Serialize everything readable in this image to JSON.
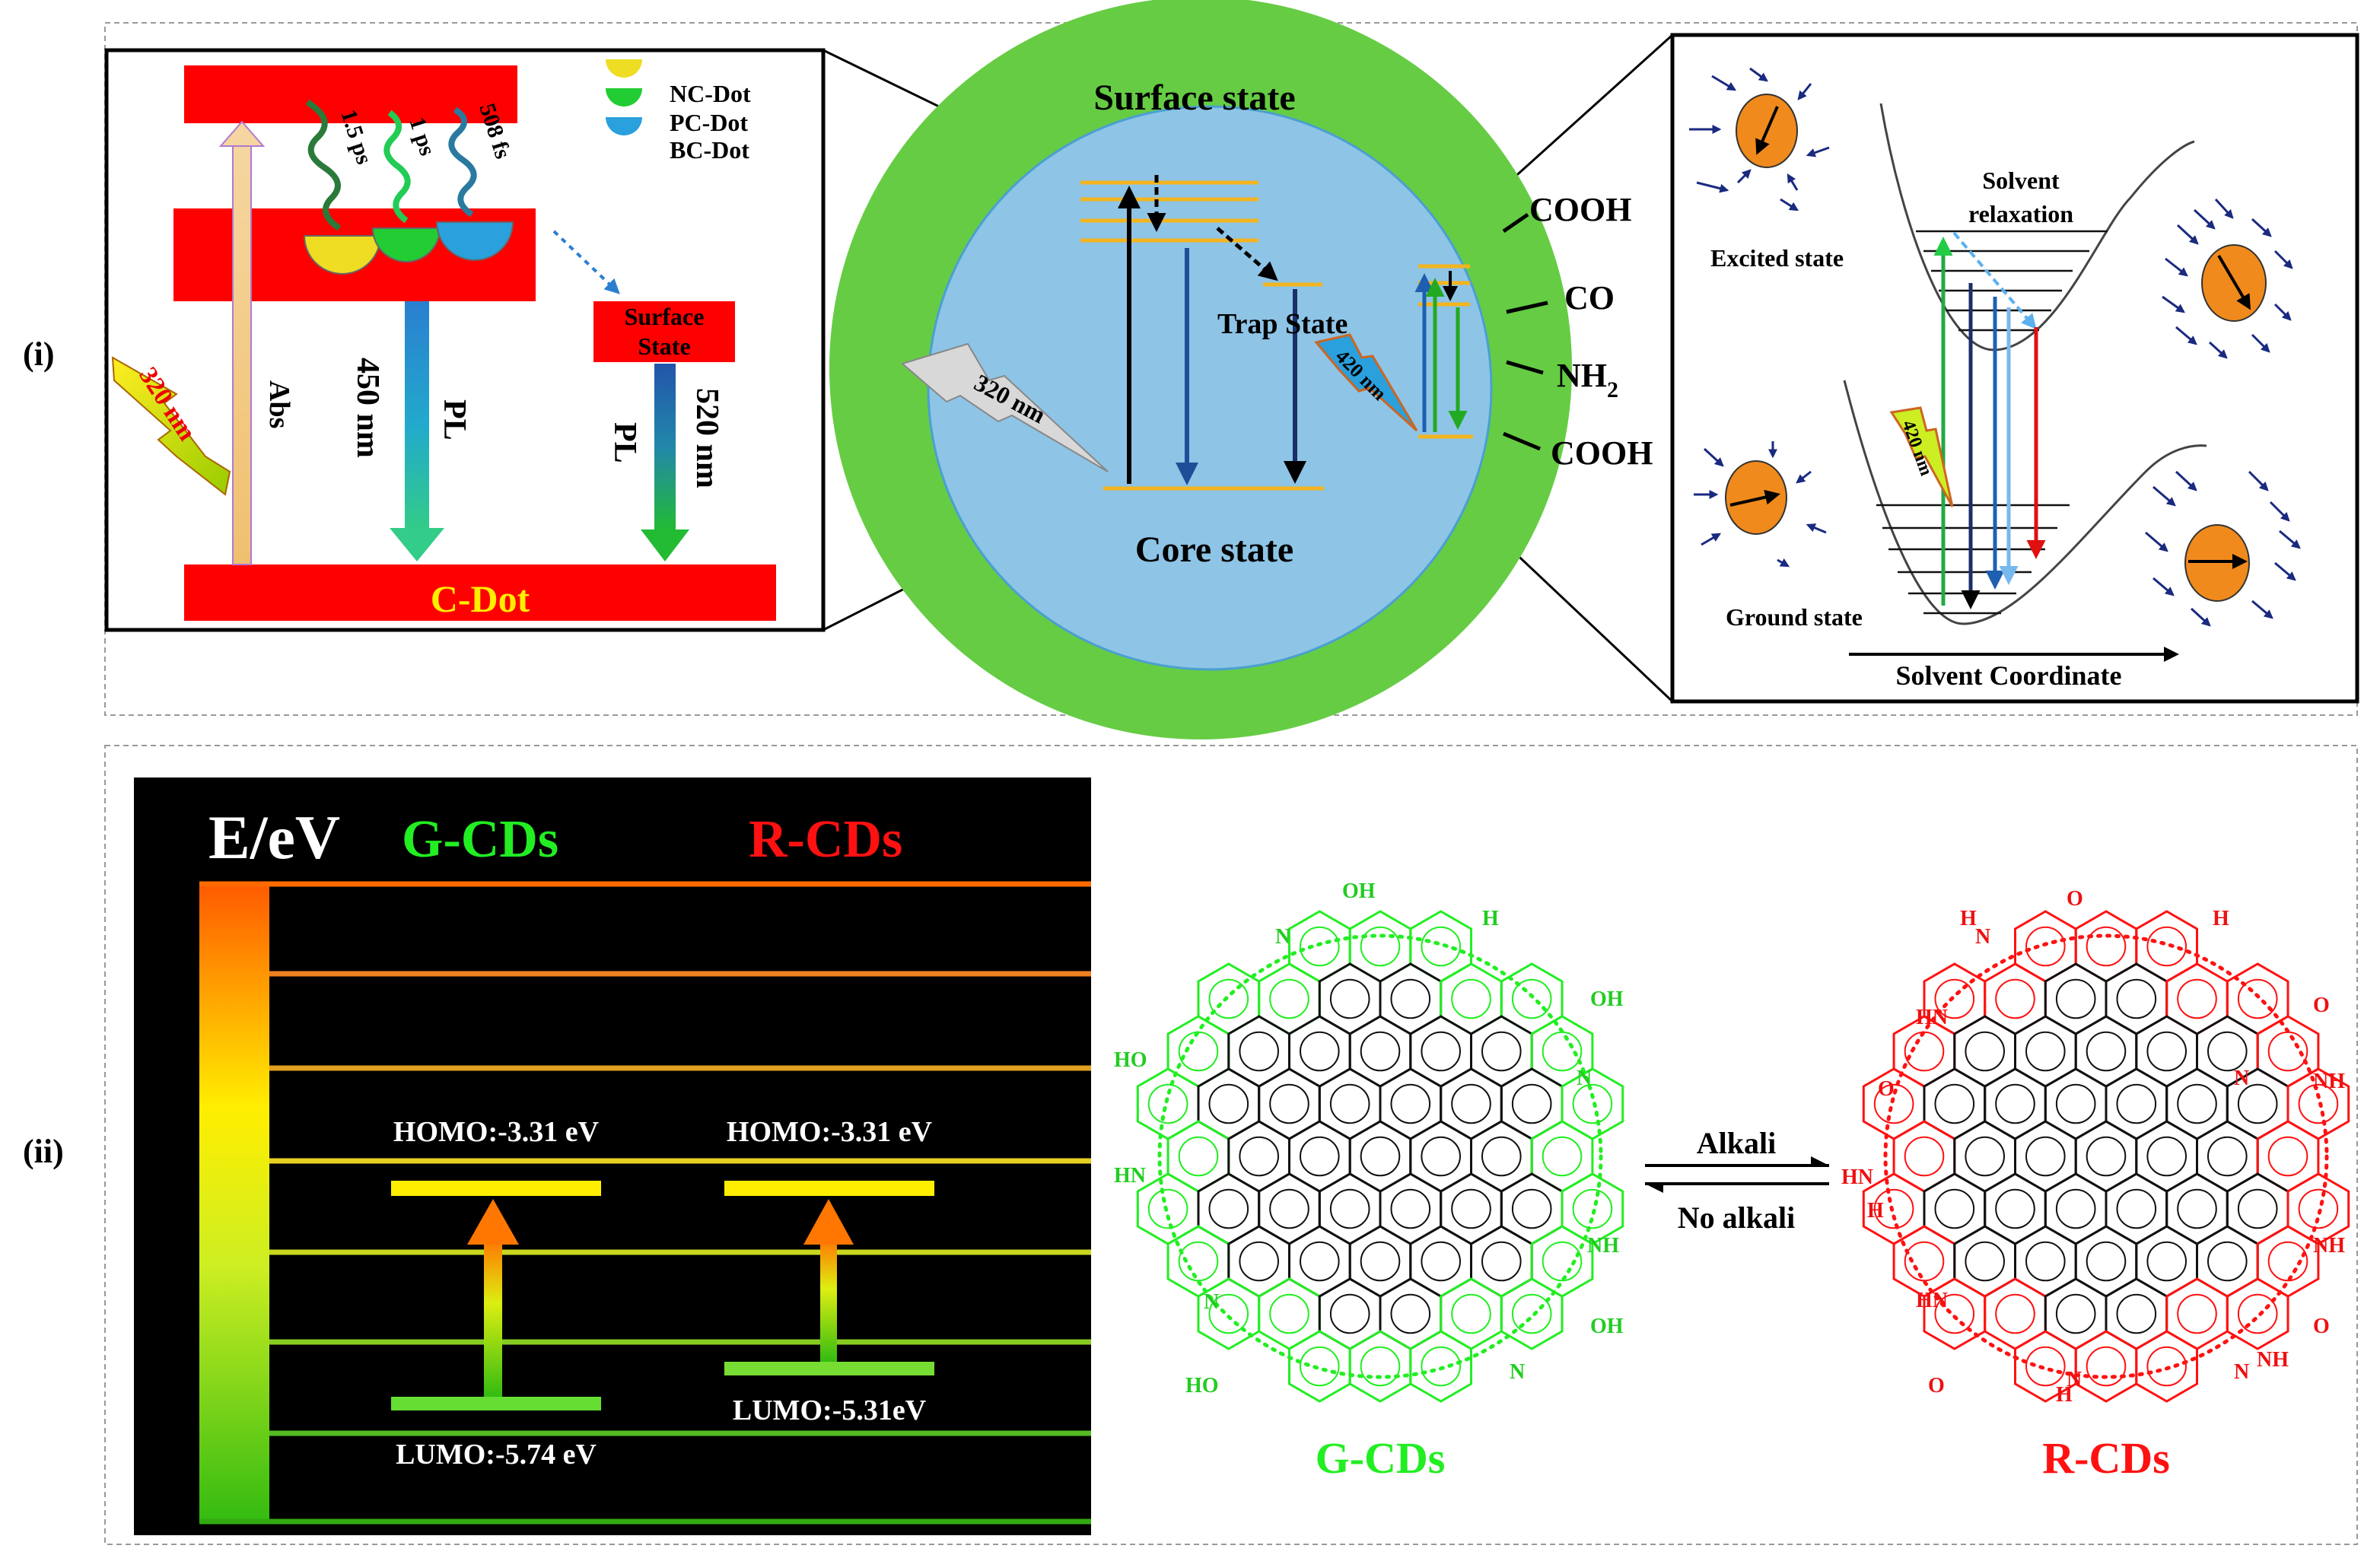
{
  "panel_i": {
    "label": "(i)",
    "left": {
      "legend": [
        "NC-Dot",
        "PC-Dot",
        "BC-Dot"
      ],
      "times": [
        "1.5 ps",
        "1 ps",
        "508 fs"
      ],
      "excitation": "320 nm",
      "abs": "Abs",
      "pl": "PL",
      "pl_450": "450 nm",
      "pl_520": "520 nm",
      "surface_state_1": "Surface",
      "surface_state_2": "State",
      "cdot": "C-Dot"
    },
    "center": {
      "surface_state": "Surface state",
      "core_state": "Core state",
      "trap_state": "Trap  State",
      "excitation": "320 nm",
      "excitation_2": "420 nm",
      "groups": [
        "COOH",
        "CO",
        "NH",
        "COOH"
      ],
      "nh_sub": "2"
    },
    "right": {
      "excited_state": "Excited state",
      "ground_state": "Ground state",
      "solvent_relaxation_1": "Solvent",
      "solvent_relaxation_2": "relaxation",
      "excitation": "420 nm",
      "coordinate": "Solvent Coordinate"
    }
  },
  "panel_ii": {
    "label": "(ii)",
    "axis": "E/eV",
    "g_title": "G-CDs",
    "r_title": "R-CDs",
    "g_homo": "HOMO:-3.31 eV",
    "g_lumo": "LUMO:-5.74 eV",
    "r_homo": "HOMO:-3.31 eV",
    "r_lumo": "LUMO:-5.31eV",
    "alkali": "Alkali",
    "no_alkali": "No alkali",
    "g_label": "G-CDs",
    "r_label": "R-CDs",
    "g_atoms": [
      "OH",
      "OH",
      "HO",
      "HN",
      "NH",
      "OH",
      "HO",
      "N",
      "N",
      "N",
      "N",
      "H"
    ],
    "r_atoms": [
      "O",
      "H",
      "H",
      "O",
      "HN",
      "NH",
      "O",
      "HN",
      "NH",
      "HN",
      "O",
      "N",
      "NH",
      "O",
      "N",
      "N",
      "H",
      "N",
      "H"
    ]
  },
  "colors": {
    "red_band": "#ff0000",
    "green_shell": "#66cc44",
    "core_blue": "#8ec4e6",
    "g_color": "#22ee22",
    "r_color": "#ff1111",
    "gold": "#f2b41e"
  }
}
